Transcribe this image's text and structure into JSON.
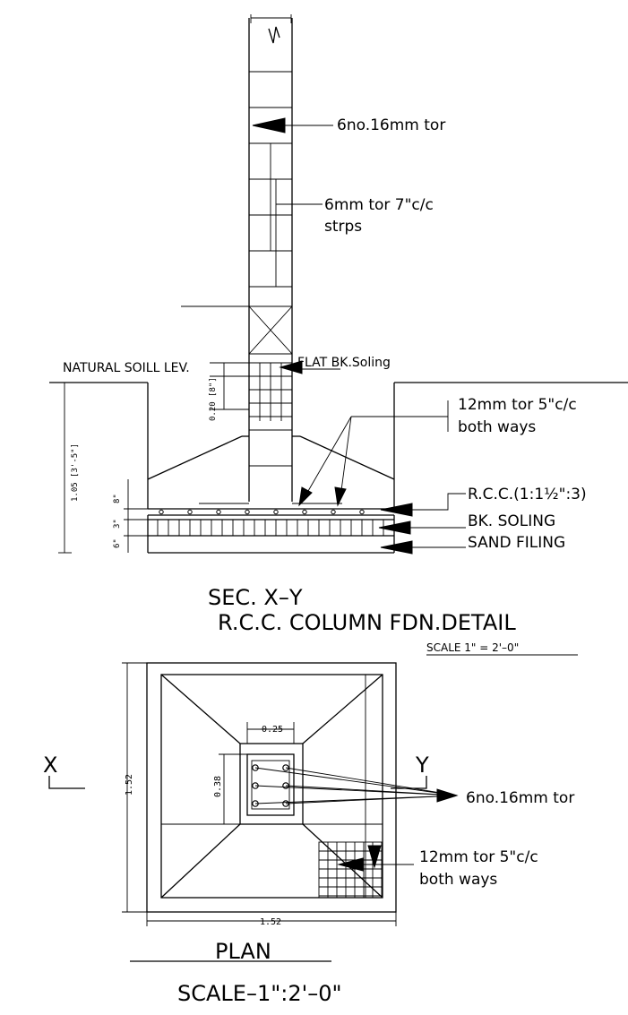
{
  "section": {
    "natural_soil_label": "NATURAL SOILL LEV.",
    "flat_soling_label": "FLAT BK.Soling",
    "column_bars_label": "6no.16mm  tor",
    "stirrups_label_line1": "6mm  tor  7\"c/c",
    "stirrups_label_line2": "strps",
    "slab_bars_label_line1": "12mm  tor  5\"c/c",
    "slab_bars_label_line2": "both  ways",
    "rcc_label": "R.C.C.(1:1½\":3)",
    "bk_soling_label": "BK.  SOLING",
    "sand_filling_label": "SAND  FILING",
    "dim_total_depth": "1.05 [3'-5\"]",
    "dim_pedestal": "0.20 [8\"]",
    "dim_rcc": "8\"",
    "dim_soling": "3\"",
    "dim_sand": "6\""
  },
  "titles": {
    "section_title": "SEC.  X–Y",
    "detail_title": "R.C.C.  COLUMN  FDN.DETAIL",
    "detail_scale": "SCALE  1\"  =  2'–0\"",
    "plan_title": "PLAN",
    "plan_scale": "SCALE–1\":2'–0\""
  },
  "plan": {
    "axis_x": "X",
    "axis_y": "Y",
    "column_width": "0.25",
    "column_depth": "0.38",
    "footing_width": "1.52",
    "footing_length": "1.52",
    "column_bars_label": "6no.16mm  tor",
    "slab_bars_label_line1": "12mm  tor  5\"c/c",
    "slab_bars_label_line2": "both  ways"
  }
}
